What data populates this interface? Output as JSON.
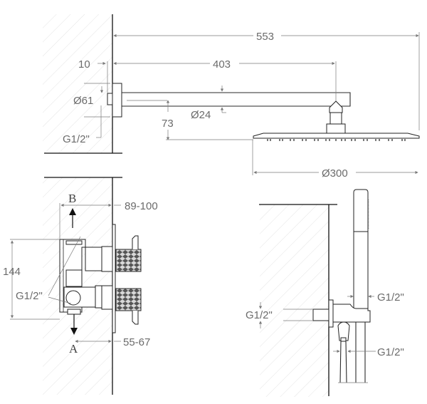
{
  "drawing": {
    "title": "Shower system dimensioned technical drawing",
    "units": "mm",
    "colors": {
      "line": "#2a2a2a",
      "dimension": "#7a7a7a",
      "text": "#6b6b6b",
      "hatch": "#e6e6e6",
      "background": "#ffffff"
    },
    "views": {
      "overhead_shower": {
        "labels": {
          "total_reach": "553",
          "arm_to_center": "403",
          "wall_offset": "10",
          "flange_diameter": "Ø61",
          "arm_diameter": "Ø24",
          "drop_height": "73",
          "inlet_thread": "G1/2\"",
          "head_diameter": "Ø300"
        }
      },
      "concealed_valve": {
        "labels": {
          "outlet_top": "B",
          "outlet_bottom": "A",
          "depth_range_top": "89-100",
          "depth_range_bottom": "55-67",
          "body_height": "144",
          "thread": "G1/2\""
        }
      },
      "hand_shower": {
        "labels": {
          "inlet_thread": "G1/2\"",
          "handle_thread": "G1/2\"",
          "hose_thread": "G1/2\""
        }
      }
    }
  }
}
